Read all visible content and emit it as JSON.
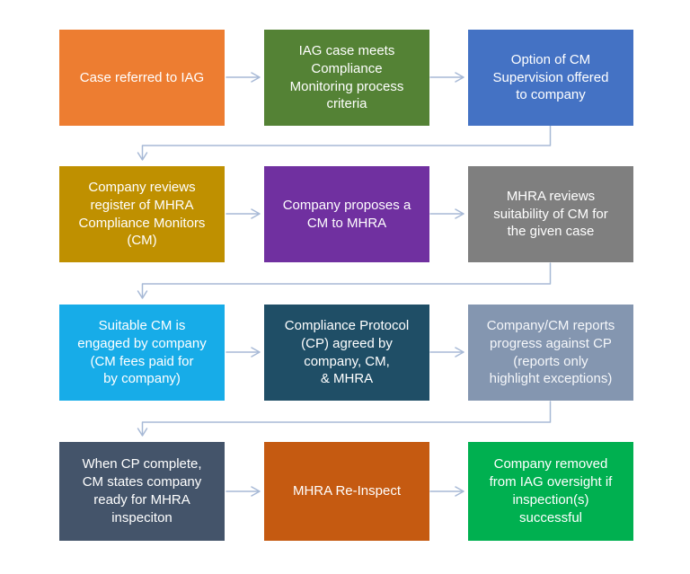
{
  "diagram": {
    "background": "#ffffff",
    "connector_color": "#a7b9d6",
    "nodes": [
      {
        "id": "case-referred-to-iag",
        "text": "Case referred to IAG",
        "color": "#ed7d31",
        "text_color": "#ffffff"
      },
      {
        "id": "iag-case-meets-criteria",
        "text": "IAG case meets\nCompliance\nMonitoring process\ncriteria",
        "color": "#548235",
        "text_color": "#ffffff"
      },
      {
        "id": "cm-supervision-offered",
        "text": "Option of CM\nSupervision offered\nto company",
        "color": "#4472c4",
        "text_color": "#ffffff"
      },
      {
        "id": "company-reviews-register",
        "text": "Company reviews\nregister of MHRA\nCompliance Monitors\n(CM)",
        "color": "#bf9000",
        "text_color": "#ffffff"
      },
      {
        "id": "company-proposes-cm",
        "text": "Company proposes a\nCM to MHRA",
        "color": "#7030a0",
        "text_color": "#ffffff"
      },
      {
        "id": "mhra-reviews-suitability",
        "text": "MHRA reviews\nsuitability of CM for\nthe given case",
        "color": "#7f7f7f",
        "text_color": "#ffffff"
      },
      {
        "id": "suitable-cm-engaged",
        "text": "Suitable CM is\nengaged by company\n(CM fees paid for\nby company)",
        "color": "#17ace8",
        "text_color": "#ffffff"
      },
      {
        "id": "compliance-protocol-agreed",
        "text": "Compliance Protocol\n(CP) agreed by\ncompany, CM,\n& MHRA",
        "color": "#1f4e66",
        "text_color": "#ffffff"
      },
      {
        "id": "company-cm-reports",
        "text": "Company/CM reports\nprogress against CP\n(reports only\nhighlight exceptions)",
        "color": "#8496b0",
        "text_color": "#f5f7fa"
      },
      {
        "id": "cp-complete-ready",
        "text": "When CP complete,\nCM states company\nready for MHRA\ninspeciton",
        "color": "#44546a",
        "text_color": "#ffffff"
      },
      {
        "id": "mhra-re-inspect",
        "text": "MHRA Re-Inspect",
        "color": "#c55a11",
        "text_color": "#ffffff"
      },
      {
        "id": "company-removed-oversight",
        "text": "Company removed\nfrom IAG oversight if\ninspection(s)\nsuccessful",
        "color": "#00b050",
        "text_color": "#ffffff"
      }
    ],
    "edges": [
      {
        "from": "case-referred-to-iag",
        "to": "iag-case-meets-criteria"
      },
      {
        "from": "iag-case-meets-criteria",
        "to": "cm-supervision-offered"
      },
      {
        "from": "cm-supervision-offered",
        "to": "company-reviews-register"
      },
      {
        "from": "company-reviews-register",
        "to": "company-proposes-cm"
      },
      {
        "from": "company-proposes-cm",
        "to": "mhra-reviews-suitability"
      },
      {
        "from": "mhra-reviews-suitability",
        "to": "suitable-cm-engaged"
      },
      {
        "from": "suitable-cm-engaged",
        "to": "compliance-protocol-agreed"
      },
      {
        "from": "compliance-protocol-agreed",
        "to": "company-cm-reports"
      },
      {
        "from": "company-cm-reports",
        "to": "cp-complete-ready"
      },
      {
        "from": "cp-complete-ready",
        "to": "mhra-re-inspect"
      },
      {
        "from": "mhra-re-inspect",
        "to": "company-removed-oversight"
      }
    ]
  }
}
